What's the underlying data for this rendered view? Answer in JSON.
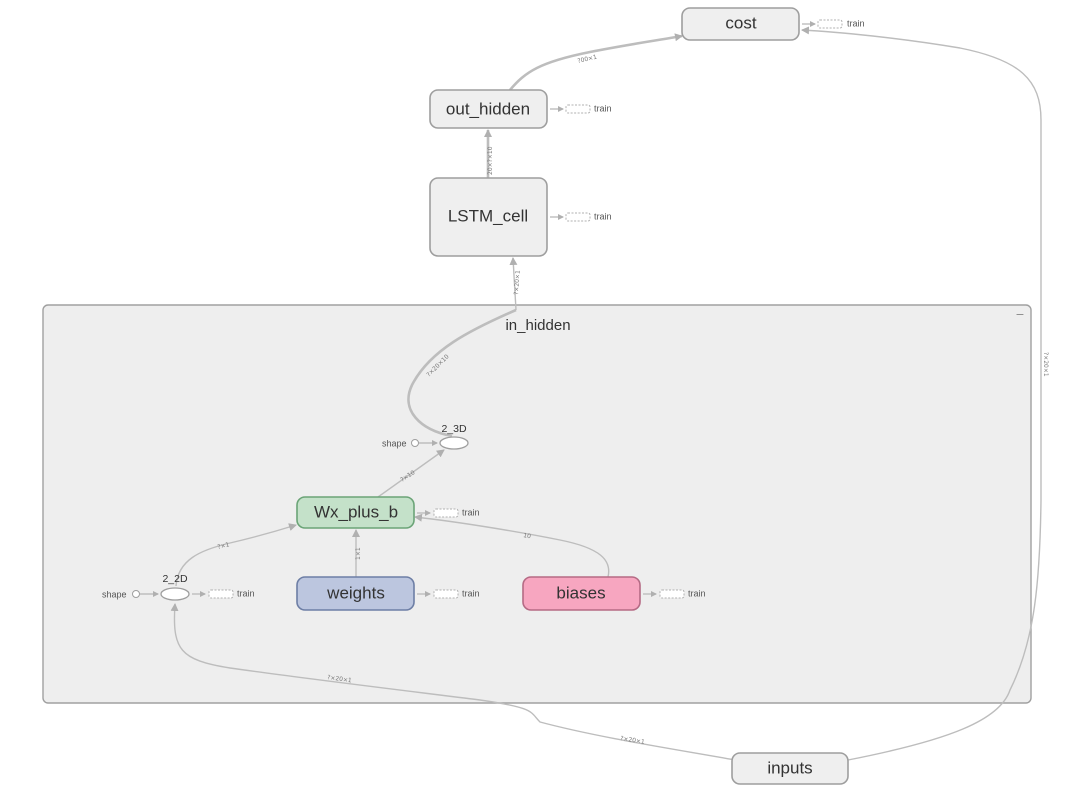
{
  "nodes": {
    "cost": "cost",
    "out_hidden": "out_hidden",
    "lstm_cell": "LSTM_cell",
    "in_hidden": "in_hidden",
    "wx_plus_b": "Wx_plus_b",
    "weights": "weights",
    "biases": "biases",
    "inputs": "inputs",
    "reshape_3d": "2_3D",
    "reshape_2d": "2_2D"
  },
  "aux": {
    "train": "train",
    "shape": "shape",
    "collapse": "−"
  },
  "edge_labels": {
    "out_to_cost": "?00×1",
    "lstm_to_out": "20×?×10",
    "in_to_lstm": "?×20×1",
    "reshape3d_up": "?×20×10",
    "wx_to_3d": "?×10",
    "r2d_to_wx": "?×1",
    "weights_to_wx": "1×1",
    "biases_to_wx": "10",
    "inputs_to_in": "?×20×1",
    "inputs_to_cost": "?×20×1",
    "inputs_branch": "?×20×1"
  },
  "colors": {
    "wx_plus_b_fill": "#c4e1c9",
    "wx_plus_b_stroke": "#6ba477",
    "weights_fill": "#bcc6df",
    "weights_stroke": "#6d7ea5",
    "biases_fill": "#f7a6c0",
    "biases_stroke": "#b56a84",
    "group_fill": "#eeeeee",
    "edge": "#bdbdbd"
  }
}
